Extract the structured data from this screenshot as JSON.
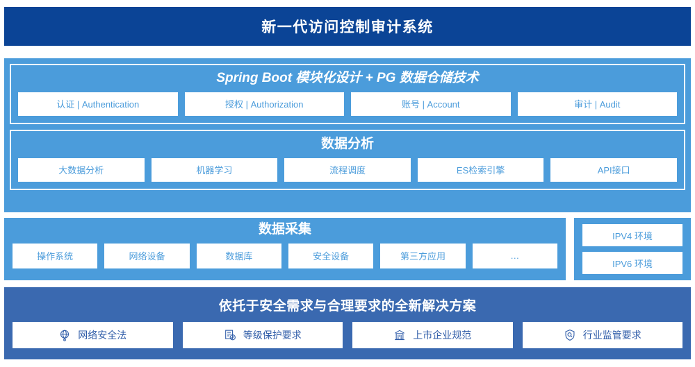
{
  "header": {
    "title": "新一代访问控制审计系统"
  },
  "platform": {
    "title": "Spring Boot 模块化设计 + PG 数据仓储技术",
    "chips": [
      {
        "label": "认证 | Authentication"
      },
      {
        "label": "授权 | Authorization"
      },
      {
        "label": "账号 | Account"
      },
      {
        "label": "审计 | Audit"
      }
    ]
  },
  "analysis": {
    "title": "数据分析",
    "chips": [
      {
        "label": "大数据分析"
      },
      {
        "label": "机器学习"
      },
      {
        "label": "流程调度"
      },
      {
        "label": "ES检索引擎"
      },
      {
        "label": "API接口"
      }
    ]
  },
  "collection": {
    "title": "数据采集",
    "chips": [
      {
        "label": "操作系统"
      },
      {
        "label": "网络设备"
      },
      {
        "label": "数据库"
      },
      {
        "label": "安全设备"
      },
      {
        "label": "第三方应用"
      },
      {
        "label": "…"
      }
    ]
  },
  "environments": {
    "chips": [
      {
        "label": "IPV4 环境"
      },
      {
        "label": "IPV6 环境"
      }
    ]
  },
  "compliance": {
    "title": "依托于安全需求与合理要求的全新解决方案",
    "chips": [
      {
        "label": "网络安全法",
        "icon": "globe-icon"
      },
      {
        "label": "等级保护要求",
        "icon": "document-check-icon"
      },
      {
        "label": "上市企业规范",
        "icon": "bank-building-icon"
      },
      {
        "label": "行业监管要求",
        "icon": "shield-search-icon"
      }
    ]
  },
  "colors": {
    "header_navy": "#0b4496",
    "panel_blue": "#4b9cdb",
    "footer_blue": "#3a69b0",
    "chip_text_blue": "#4b9cdb",
    "footer_chip_text": "#2f5ca8",
    "white": "#ffffff"
  }
}
